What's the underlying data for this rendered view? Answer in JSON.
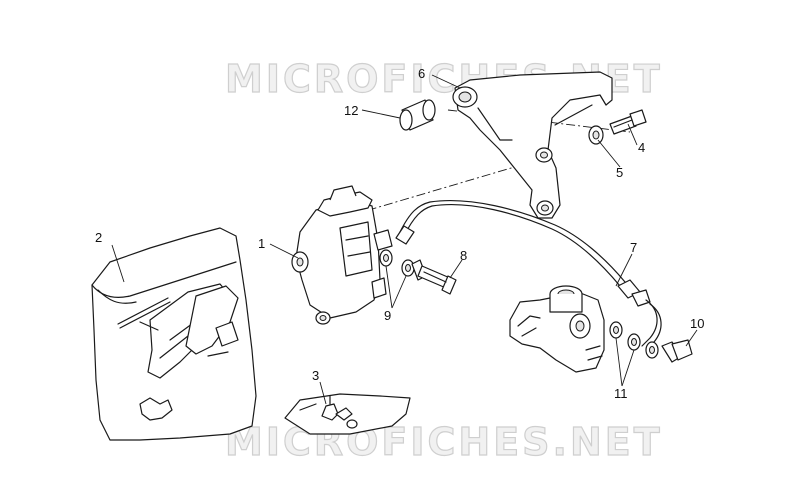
{
  "watermark": {
    "top_text": "MICROFICHES.NET",
    "bottom_text": "MICROFICHES.NET"
  },
  "callouts": {
    "n1": "1",
    "n2": "2",
    "n3": "3",
    "n4": "4",
    "n5": "5",
    "n6": "6",
    "n7": "7",
    "n8": "8",
    "n9": "9",
    "n10": "10",
    "n11": "11",
    "n12": "12"
  }
}
